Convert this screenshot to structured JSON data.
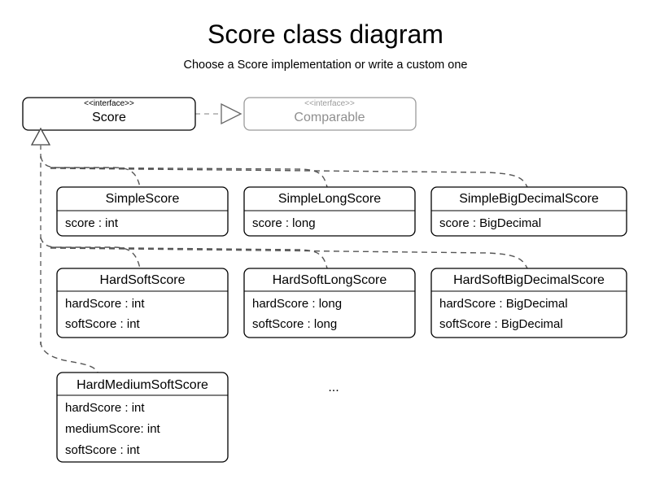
{
  "header": {
    "title": "Score class diagram",
    "subtitle": "Choose a Score implementation or write a custom one"
  },
  "interfaces": {
    "score": {
      "stereotype": "<<interface>>",
      "name": "Score"
    },
    "comparable": {
      "stereotype": "<<interface>>",
      "name": "Comparable"
    }
  },
  "classes": {
    "simple_score": {
      "name": "SimpleScore",
      "attributes": [
        "score : int"
      ]
    },
    "simple_long_score": {
      "name": "SimpleLongScore",
      "attributes": [
        "score : long"
      ]
    },
    "simple_big_decimal_score": {
      "name": "SimpleBigDecimalScore",
      "attributes": [
        "score : BigDecimal"
      ]
    },
    "hard_soft_score": {
      "name": "HardSoftScore",
      "attributes": [
        "hardScore : int",
        "softScore : int"
      ]
    },
    "hard_soft_long_score": {
      "name": "HardSoftLongScore",
      "attributes": [
        "hardScore : long",
        "softScore : long"
      ]
    },
    "hard_soft_big_decimal_score": {
      "name": "HardSoftBigDecimalScore",
      "attributes": [
        "hardScore : BigDecimal",
        "softScore : BigDecimal"
      ]
    },
    "hard_medium_soft_score": {
      "name": "HardMediumSoftScore",
      "attributes": [
        "hardScore : int",
        "mediumScore: int",
        "softScore : int"
      ]
    }
  },
  "misc": {
    "ellipsis": "...",
    "colors": {
      "background": "#ffffff",
      "line": "#000000",
      "muted": "#9b9b9b",
      "connector": "#555555"
    }
  }
}
